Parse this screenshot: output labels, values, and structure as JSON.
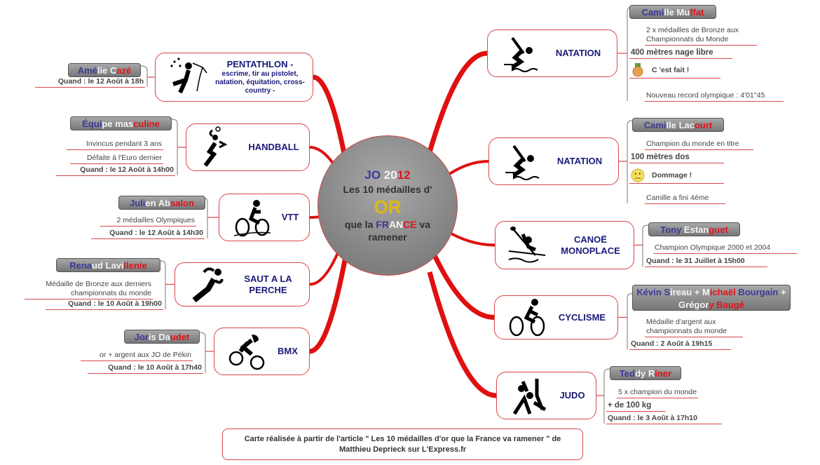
{
  "colors": {
    "blue": "#3a3a9a",
    "white": "#f4f4f4",
    "red": "#e0141a",
    "branch": "#e01010",
    "gold": "#e0b810"
  },
  "center": {
    "line1": [
      {
        "t": "JO ",
        "c": "blue"
      },
      {
        "t": "20",
        "c": "white"
      },
      {
        "t": "12",
        "c": "red"
      }
    ],
    "line2": "Les 10 médailles d'",
    "or": "OR",
    "line4": [
      {
        "t": "que la ",
        "c": ""
      },
      {
        "t": "FR",
        "c": "blue"
      },
      {
        "t": "AN",
        "c": "white"
      },
      {
        "t": "CE",
        "c": "red"
      },
      {
        "t": " va",
        "c": ""
      }
    ],
    "line5": "ramener"
  },
  "events": [
    {
      "id": "pentathlon",
      "title": "PENTATHLON -",
      "subtitle": "escrime, tir au pistolet, natation, équitation, cross-country -",
      "icon": "pentathlon-icon",
      "athlete": [
        {
          "t": "Amé",
          "c": "blue"
        },
        {
          "t": "lie C",
          "c": "white"
        },
        {
          "t": "azé",
          "c": "red"
        }
      ],
      "notes": [
        {
          "text": "Quand : le 12 Août à 18h",
          "kind": "when"
        }
      ]
    },
    {
      "id": "handball",
      "title": "HANDBALL",
      "icon": "handball-icon",
      "athlete": [
        {
          "t": "Équi",
          "c": "blue"
        },
        {
          "t": "pe mas",
          "c": "white"
        },
        {
          "t": "culine",
          "c": "red"
        }
      ],
      "notes": [
        {
          "text": "Invincus pendant 3 ans",
          "kind": "desc"
        },
        {
          "text": "Défaite à l'Euro dernier",
          "kind": "desc"
        },
        {
          "text": "Quand : le 12 Août à 14h00",
          "kind": "when"
        }
      ]
    },
    {
      "id": "vtt",
      "title": "VTT",
      "icon": "mountain-bike-icon",
      "athlete": [
        {
          "t": "Juli",
          "c": "blue"
        },
        {
          "t": "en Ab",
          "c": "white"
        },
        {
          "t": "salon",
          "c": "red"
        }
      ],
      "notes": [
        {
          "text": "2 médailles Olympiques",
          "kind": "desc"
        },
        {
          "text": "Quand : le 12 Août à 14h30",
          "kind": "when"
        }
      ]
    },
    {
      "id": "saut",
      "title": "SAUT A LA PERCHE",
      "icon": "runner-icon",
      "athlete": [
        {
          "t": "Rena",
          "c": "blue"
        },
        {
          "t": "ud Lavi",
          "c": "white"
        },
        {
          "t": "llenie",
          "c": "red"
        }
      ],
      "notes": [
        {
          "text": "Médaille de Bronze aux derniers championnats du monde",
          "kind": "desc"
        },
        {
          "text": "Quand : le 10 Août à 19h00",
          "kind": "when"
        }
      ]
    },
    {
      "id": "bmx",
      "title": "BMX",
      "icon": "bmx-icon",
      "athlete": [
        {
          "t": "Jor",
          "c": "blue"
        },
        {
          "t": "is Da",
          "c": "white"
        },
        {
          "t": "udet",
          "c": "red"
        }
      ],
      "notes": [
        {
          "text": "or + argent aux JO de Pékin",
          "kind": "desc"
        },
        {
          "text": "Quand : le 10 Août à 17h40",
          "kind": "when"
        }
      ]
    },
    {
      "id": "natation1",
      "title": "NATATION",
      "icon": "swimming-icon",
      "athlete": [
        {
          "t": "Cami",
          "c": "blue"
        },
        {
          "t": "lle Mu",
          "c": "white"
        },
        {
          "t": "ffat",
          "c": "red"
        }
      ],
      "notes": [
        {
          "text": "2 x médailles de Bronze aux Championnats du Monde",
          "kind": "desc"
        },
        {
          "text": "400 mètres nage libre",
          "kind": "bold"
        },
        {
          "text": "C 'est fait !",
          "kind": "status",
          "icon": "medal-icon"
        },
        {
          "text": "Nouveau record olympique : 4'01''45",
          "kind": "desc"
        }
      ]
    },
    {
      "id": "natation2",
      "title": "NATATION",
      "icon": "swimming-icon",
      "athlete": [
        {
          "t": "Cami",
          "c": "blue"
        },
        {
          "t": "lle Lac",
          "c": "white"
        },
        {
          "t": "ourt",
          "c": "red"
        }
      ],
      "notes": [
        {
          "text": "Champion du monde en titre",
          "kind": "desc"
        },
        {
          "text": "100 mètres dos",
          "kind": "bold"
        },
        {
          "text": "Dommage !",
          "kind": "status",
          "icon": "neutral-face-icon"
        },
        {
          "text": "Camille a fini 4éme",
          "kind": "desc"
        }
      ]
    },
    {
      "id": "canoe",
      "title": "CANOË MONOPLACE",
      "icon": "canoe-icon",
      "athlete": [
        {
          "t": "Tony ",
          "c": "blue"
        },
        {
          "t": "Estan",
          "c": "white"
        },
        {
          "t": "guet",
          "c": "red"
        }
      ],
      "notes": [
        {
          "text": "Champion Olympique 2000 et 2004",
          "kind": "desc"
        },
        {
          "text": "Quand : le 31 Juillet à 15h00",
          "kind": "when"
        }
      ]
    },
    {
      "id": "cyclisme",
      "title": "CYCLISME",
      "icon": "cycling-icon",
      "athlete": [
        {
          "t": "Kévin S",
          "c": "blue"
        },
        {
          "t": "ireau + M",
          "c": "white"
        },
        {
          "t": "ichaël",
          "c": "red"
        },
        {
          "t": " Bourgain ",
          "c": "blue"
        },
        {
          "t": "+ Grégor",
          "c": "white"
        },
        {
          "t": "y Baugé",
          "c": "red"
        }
      ],
      "notes": [
        {
          "text": "Médaille d'argent aux championnats du monde",
          "kind": "desc"
        },
        {
          "text": "Quand : 2 Août à 19h15",
          "kind": "when"
        }
      ]
    },
    {
      "id": "judo",
      "title": "JUDO",
      "icon": "judo-icon",
      "athlete": [
        {
          "t": "Ted",
          "c": "blue"
        },
        {
          "t": "dy R",
          "c": "white"
        },
        {
          "t": "iner",
          "c": "red"
        }
      ],
      "notes": [
        {
          "text": "5 x champion du monde",
          "kind": "desc"
        },
        {
          "text": "+ de 100 kg",
          "kind": "bold"
        },
        {
          "text": "Quand : le 3 Août à 17h10",
          "kind": "when"
        }
      ]
    }
  ],
  "footer": "Carte réalisée à partir de l'article \" Les 10 médailles d'or que la France va ramener \" de Matthieu Deprieck sur L'Express.fr"
}
